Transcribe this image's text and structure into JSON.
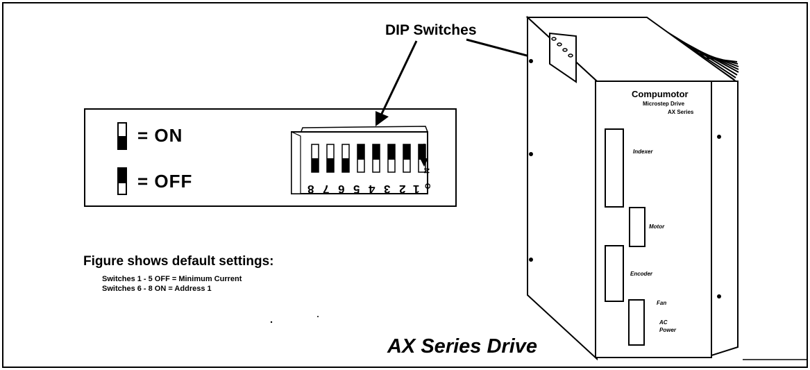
{
  "callout": {
    "dip_switches": "DIP Switches"
  },
  "legend": {
    "on": "= ON",
    "off": "= OFF"
  },
  "dip": {
    "numbers": [
      "8",
      "7",
      "6",
      "5",
      "4",
      "3",
      "2",
      "1"
    ],
    "on_label_n": "N",
    "on_label_o": "O"
  },
  "figure": {
    "heading": "Figure shows default settings:",
    "line1": "Switches 1 - 5 OFF = Minimum Current",
    "line2": "Switches 6 - 8 ON = Address 1"
  },
  "drive": {
    "title": "AX Series Drive",
    "brand": "Compumotor",
    "subtitle1": "Microstep Drive",
    "subtitle2": "AX Series",
    "ports": {
      "indexer": "Indexer",
      "motor": "Motor",
      "encoder": "Encoder",
      "fan": "Fan",
      "ac": "AC",
      "power": "Power"
    }
  },
  "colors": {
    "ink": "#000000",
    "paper": "#ffffff"
  }
}
